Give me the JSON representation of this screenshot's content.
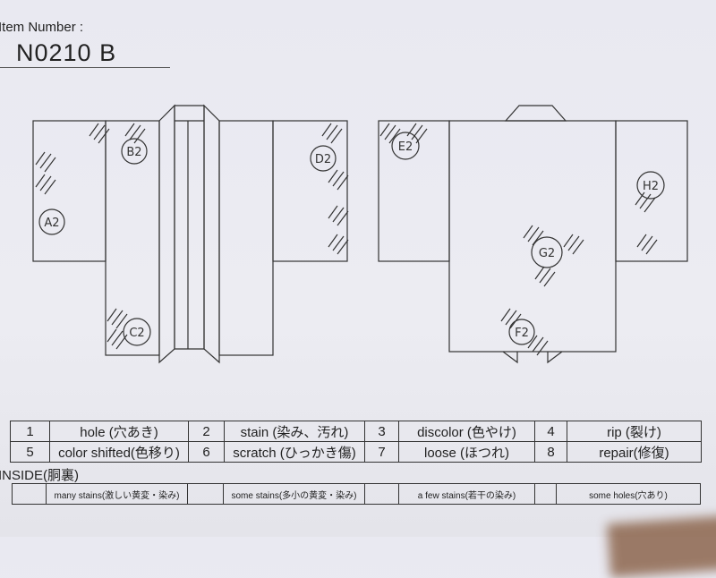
{
  "header": {
    "item_label": "Item Number :",
    "item_number": "N0210  B"
  },
  "diagram": {
    "front_labels": [
      "B2",
      "D2",
      "A2",
      "C2"
    ],
    "back_labels": [
      "E2",
      "H2",
      "G2",
      "F2"
    ]
  },
  "legend": {
    "rows": [
      [
        {
          "num": "1",
          "text": "hole (穴あき)"
        },
        {
          "num": "2",
          "text": "stain (染み、汚れ)"
        },
        {
          "num": "3",
          "text": "discolor (色やけ)"
        },
        {
          "num": "4",
          "text": "rip (裂け)"
        }
      ],
      [
        {
          "num": "5",
          "text": "color shifted(色移り)"
        },
        {
          "num": "6",
          "text": "scratch (ひっかき傷)"
        },
        {
          "num": "7",
          "text": "loose (ほつれ)"
        },
        {
          "num": "8",
          "text": "repair(修復)"
        }
      ]
    ]
  },
  "inside": {
    "label": "INSIDE(胴裏)",
    "options": [
      "many stains(激しい黄変・染み)",
      "some stains(多小の黄変・染み)",
      "a few stains(若干の染み)",
      "some holes(穴あり)"
    ]
  }
}
